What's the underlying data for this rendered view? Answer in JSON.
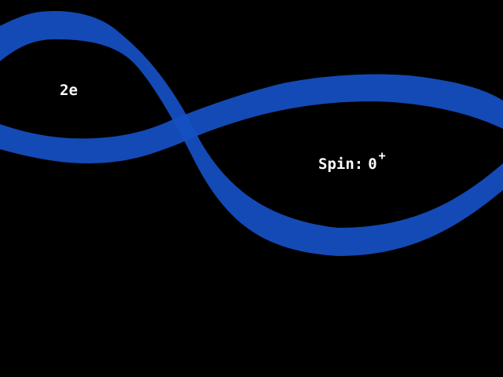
{
  "scene": {
    "background": "#000000",
    "ribbon_color": "#1650c4"
  },
  "labels": {
    "charge": "2e",
    "spin_label": "Spin:",
    "spin_value": "0",
    "spin_parity": "+"
  }
}
